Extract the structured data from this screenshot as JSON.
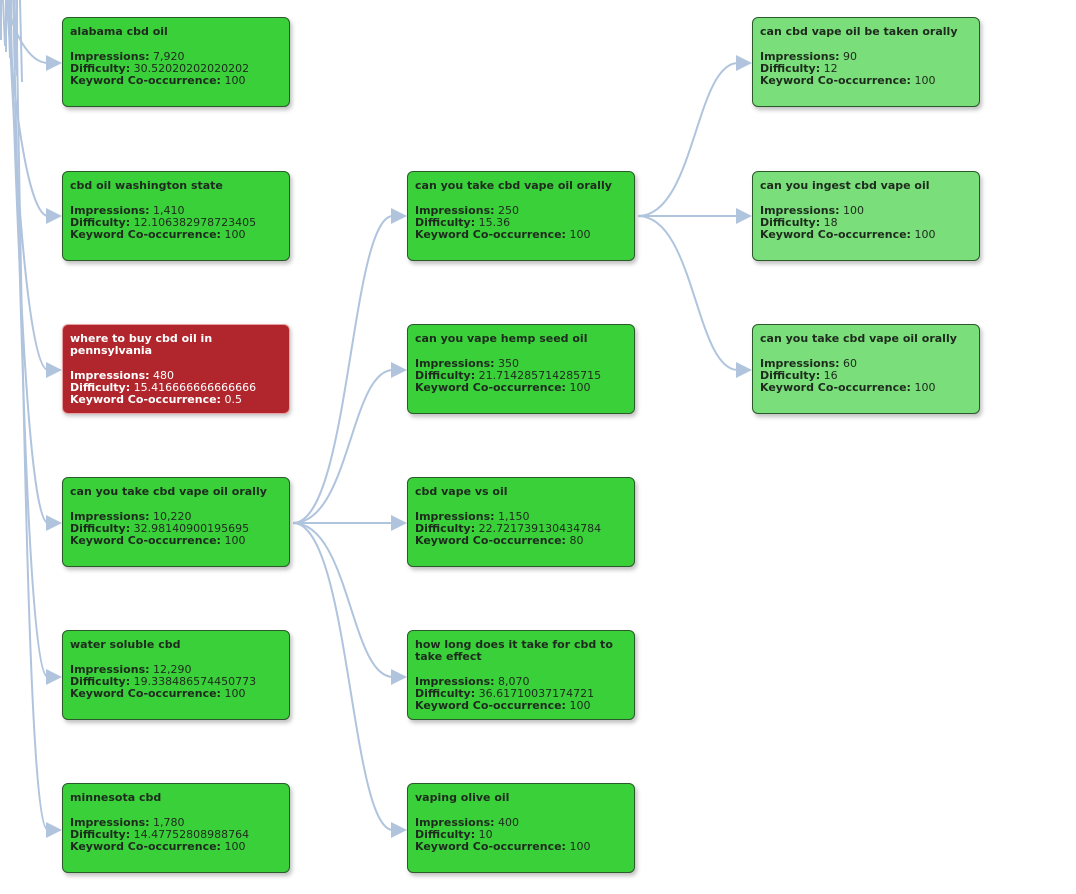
{
  "labels": {
    "impressions": "Impressions:",
    "difficulty": "Difficulty:",
    "cooccurrence": "Keyword Co-occurrence:"
  },
  "nodes": [
    {
      "id": "alabama",
      "title": "alabama cbd oil",
      "impressions": "7,920",
      "difficulty": "30.52020202020202",
      "cooccurrence": "100",
      "status": "green"
    },
    {
      "id": "washington",
      "title": "cbd oil washington state",
      "impressions": "1,410",
      "difficulty": "12.106382978723405",
      "cooccurrence": "100",
      "status": "green"
    },
    {
      "id": "pennsylvania",
      "title": "where to buy cbd oil in pennsylvania",
      "impressions": "480",
      "difficulty": "15.416666666666666",
      "cooccurrence": "0.5",
      "status": "red"
    },
    {
      "id": "orally-root",
      "title": "can you take cbd vape oil orally",
      "impressions": "10,220",
      "difficulty": "32.98140900195695",
      "cooccurrence": "100",
      "status": "green"
    },
    {
      "id": "water",
      "title": "water soluble cbd",
      "impressions": "12,290",
      "difficulty": "19.338486574450773",
      "cooccurrence": "100",
      "status": "green"
    },
    {
      "id": "minnesota",
      "title": "minnesota cbd",
      "impressions": "1,780",
      "difficulty": "14.47752808988764",
      "cooccurrence": "100",
      "status": "green"
    },
    {
      "id": "orally-mid",
      "title": "can you take cbd vape oil orally",
      "impressions": "250",
      "difficulty": "15.36",
      "cooccurrence": "100",
      "status": "green"
    },
    {
      "id": "hemp",
      "title": "can you vape hemp seed oil",
      "impressions": "350",
      "difficulty": "21.714285714285715",
      "cooccurrence": "100",
      "status": "green"
    },
    {
      "id": "vape-vs-oil",
      "title": "cbd vape vs oil",
      "impressions": "1,150",
      "difficulty": "22.721739130434784",
      "cooccurrence": "80",
      "status": "green"
    },
    {
      "id": "how-long",
      "title": "how long does it take for cbd to take effect",
      "impressions": "8,070",
      "difficulty": "36.61710037174721",
      "cooccurrence": "100",
      "status": "green"
    },
    {
      "id": "olive",
      "title": "vaping olive oil",
      "impressions": "400",
      "difficulty": "10",
      "cooccurrence": "100",
      "status": "green"
    },
    {
      "id": "taken-orally",
      "title": "can cbd vape oil be taken orally",
      "impressions": "90",
      "difficulty": "12",
      "cooccurrence": "100",
      "status": "light"
    },
    {
      "id": "ingest",
      "title": "can you ingest cbd vape oil",
      "impressions": "100",
      "difficulty": "18",
      "cooccurrence": "100",
      "status": "light"
    },
    {
      "id": "orally-leaf",
      "title": "can you take cbd vape oil orally",
      "impressions": "60",
      "difficulty": "16",
      "cooccurrence": "100",
      "status": "light"
    }
  ],
  "edges": [
    {
      "from": "orally-root",
      "to": "orally-mid"
    },
    {
      "from": "orally-root",
      "to": "hemp"
    },
    {
      "from": "orally-root",
      "to": "vape-vs-oil"
    },
    {
      "from": "orally-root",
      "to": "how-long"
    },
    {
      "from": "orally-root",
      "to": "olive"
    },
    {
      "from": "orally-mid",
      "to": "taken-orally"
    },
    {
      "from": "orally-mid",
      "to": "ingest"
    },
    {
      "from": "orally-mid",
      "to": "orally-leaf"
    }
  ],
  "colors": {
    "green": "#3ad03a",
    "light": "#7ade7a",
    "red": "#b0262c",
    "edge": "#b0c4de"
  }
}
